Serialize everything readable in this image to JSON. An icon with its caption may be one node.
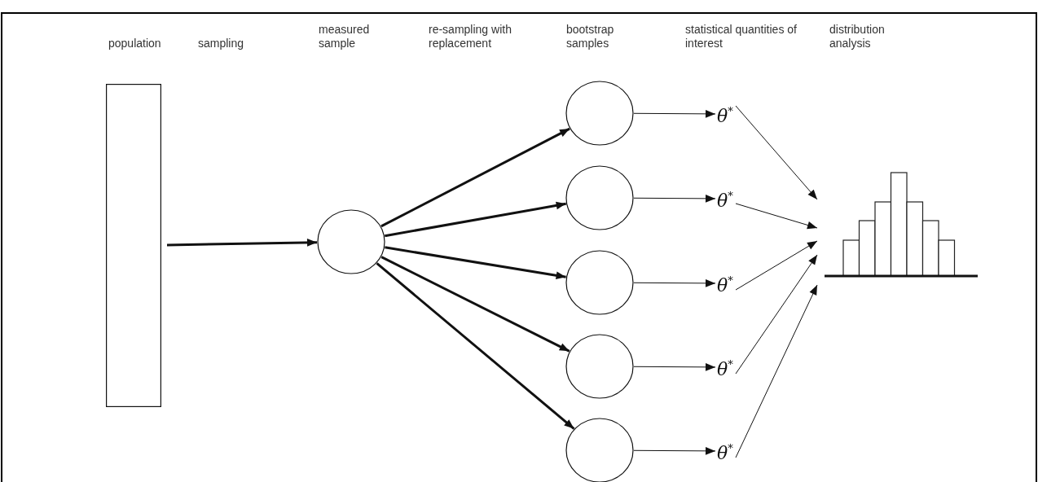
{
  "diagram": {
    "nodes": [
      {
        "text": [],
        "shape": "box"
      },
      {
        "text": [],
        "shape": "circle"
      },
      {
        "text": [],
        "shape": "circle"
      },
      {
        "text": [],
        "shape": "circle"
      },
      {
        "text": [],
        "shape": "circle"
      },
      {
        "text": [],
        "shape": "circle"
      },
      {
        "text": [],
        "shape": "circle"
      },
      {
        "text": [
          "*θ*$^{*}$"
        ]
      },
      {
        "text": [
          "*θ*$^{*}$"
        ]
      },
      {
        "text": [
          "*θ*$^{*}$"
        ]
      },
      {
        "text": [
          "*θ*$^{*}$"
        ]
      },
      {
        "text": [
          "*θ*$^{*}$"
        ]
      },
      {
        "text": [],
        "shape": "picture"
      }
    ],
    "edges": [
      {
        "from": 0,
        "to": 1,
        "arrow": "to",
        "style": "thick"
      },
      {
        "from": 1,
        "to": 2,
        "arrow": "to",
        "style": "thick"
      },
      {
        "from": 1,
        "to": 3,
        "arrow": "to",
        "style": "thick"
      },
      {
        "from": 1,
        "to": 4,
        "arrow": "to",
        "style": "thick"
      },
      {
        "from": 1,
        "to": 5,
        "arrow": "to",
        "style": "thick"
      },
      {
        "from": 1,
        "to": 6,
        "arrow": "to",
        "style": "thick"
      },
      {
        "from": 2,
        "to": 7,
        "arrow": "to"
      },
      {
        "from": 3,
        "to": 8,
        "arrow": "to"
      },
      {
        "from": 4,
        "to": 9,
        "arrow": "to"
      },
      {
        "from": 5,
        "to": 10,
        "arrow": "to"
      },
      {
        "from": 6,
        "to": 11,
        "arrow": "to"
      },
      {
        "from": 7,
        "to": 12,
        "arrow": "to"
      },
      {
        "from": 8,
        "to": 12,
        "arrow": "to"
      },
      {
        "from": 9,
        "to": 12,
        "arrow": "to"
      },
      {
        "from": 10,
        "to": 12,
        "arrow": "to"
      },
      {
        "from": 11,
        "to": 12,
        "arrow": "to"
      }
    ],
    "labels": [
      "population",
      "sampling",
      "measured sample",
      "re-sampling with replacement",
      "bootstrap samples",
      "statistical quantities of interest",
      "distribution analysis"
    ]
  }
}
